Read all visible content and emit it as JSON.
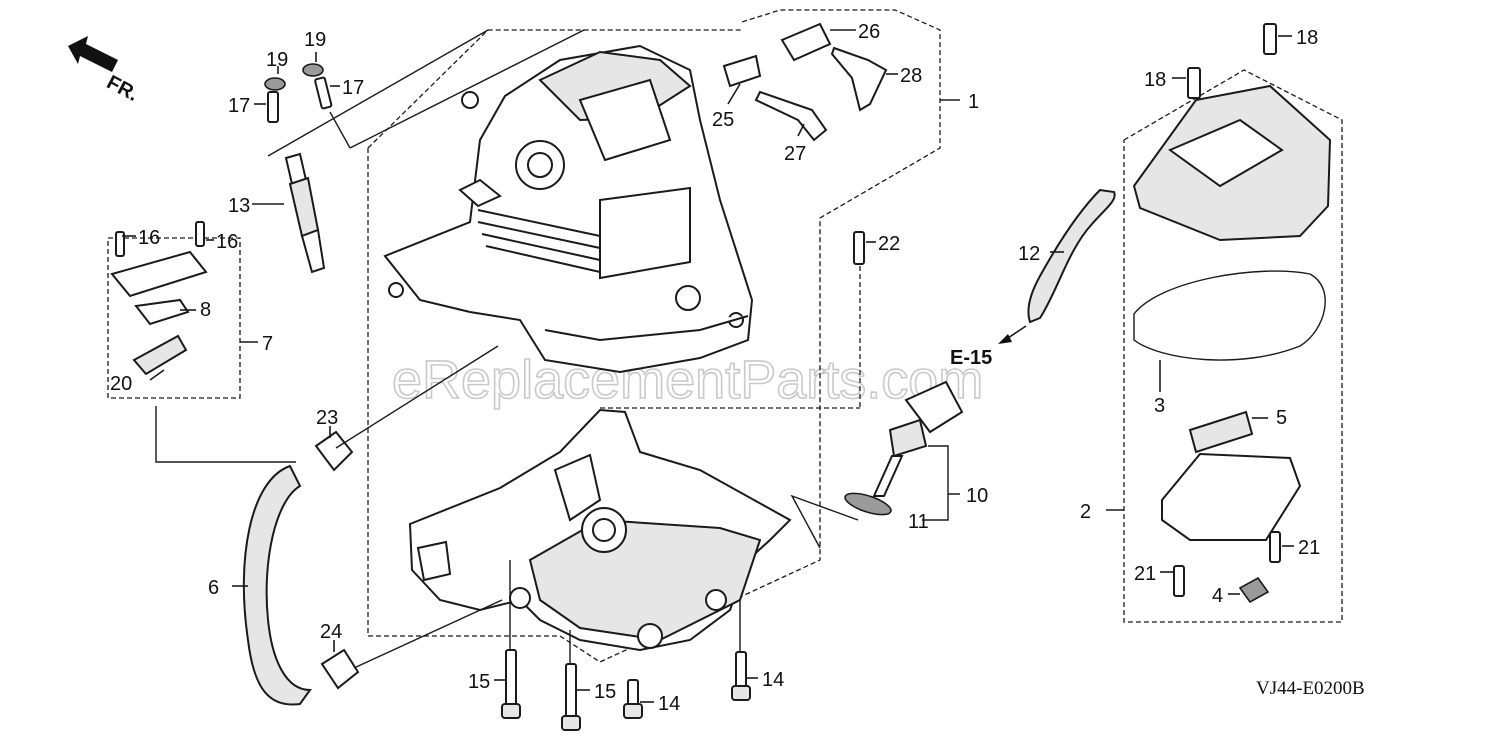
{
  "watermark": "eReplacementParts.com",
  "front_mark": "FR.",
  "diagram_code": "VJ44-E0200B",
  "reference": "E-15",
  "callouts": {
    "c1": "1",
    "c2": "2",
    "c3": "3",
    "c4": "4",
    "c5": "5",
    "c6": "6",
    "c7": "7",
    "c8": "8",
    "c10": "10",
    "c11": "11",
    "c12": "12",
    "c13": "13",
    "c14a": "14",
    "c14b": "14",
    "c15a": "15",
    "c15b": "15",
    "c16a": "16",
    "c16b": "16",
    "c17a": "17",
    "c17b": "17",
    "c18a": "18",
    "c18b": "18",
    "c19a": "19",
    "c19b": "19",
    "c20": "20",
    "c21a": "21",
    "c21b": "21",
    "c22": "22",
    "c23": "23",
    "c24": "24",
    "c25": "25",
    "c26": "26",
    "c27": "27",
    "c28": "28"
  }
}
